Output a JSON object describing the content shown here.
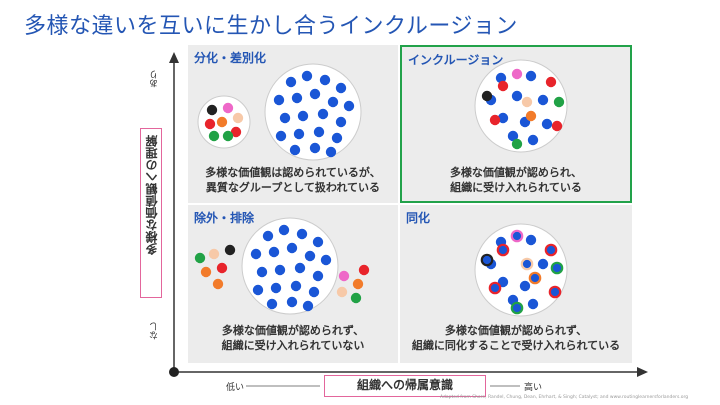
{
  "title": "多様な違いを互いに生かし合うインクルージョン",
  "axes": {
    "y_label": "多様な価値観への理解",
    "x_label": "組織への帰属意識",
    "y_high": "あり",
    "y_low": "なし",
    "x_low": "低い",
    "x_high": "高い"
  },
  "quadrants": {
    "top_left": {
      "label": "分化・差別化",
      "desc_line1": "多様な価値観は認められているが、",
      "desc_line2": "異質なグループとして扱われている"
    },
    "top_right": {
      "label": "インクルージョン",
      "desc_line1": "多様な価値観が認められ、",
      "desc_line2": "組織に受け入れられている"
    },
    "bottom_left": {
      "label": "除外・排除",
      "desc_line1": "多様な価値観が認められず、",
      "desc_line2": "組織に受け入れられていない"
    },
    "bottom_right": {
      "label": "同化",
      "desc_line1": "多様な価値観が認められず、",
      "desc_line2": "組織に同化することで受け入れられている"
    }
  },
  "source": "Adapted from Shore, Randel, Chung, Dean, Ehrhart, & Singh; Catalyst; and www.routinglearnersforlanders.org",
  "colors": {
    "title": "#2456b4",
    "blue_dot": "#1a56d6",
    "red": "#e8242b",
    "green": "#21a246",
    "orange": "#f27b2a",
    "peach": "#f7c9a8",
    "pink": "#ee68c8",
    "black": "#222222",
    "highlight_border": "#22a24a",
    "label_border": "#e3669c"
  }
}
